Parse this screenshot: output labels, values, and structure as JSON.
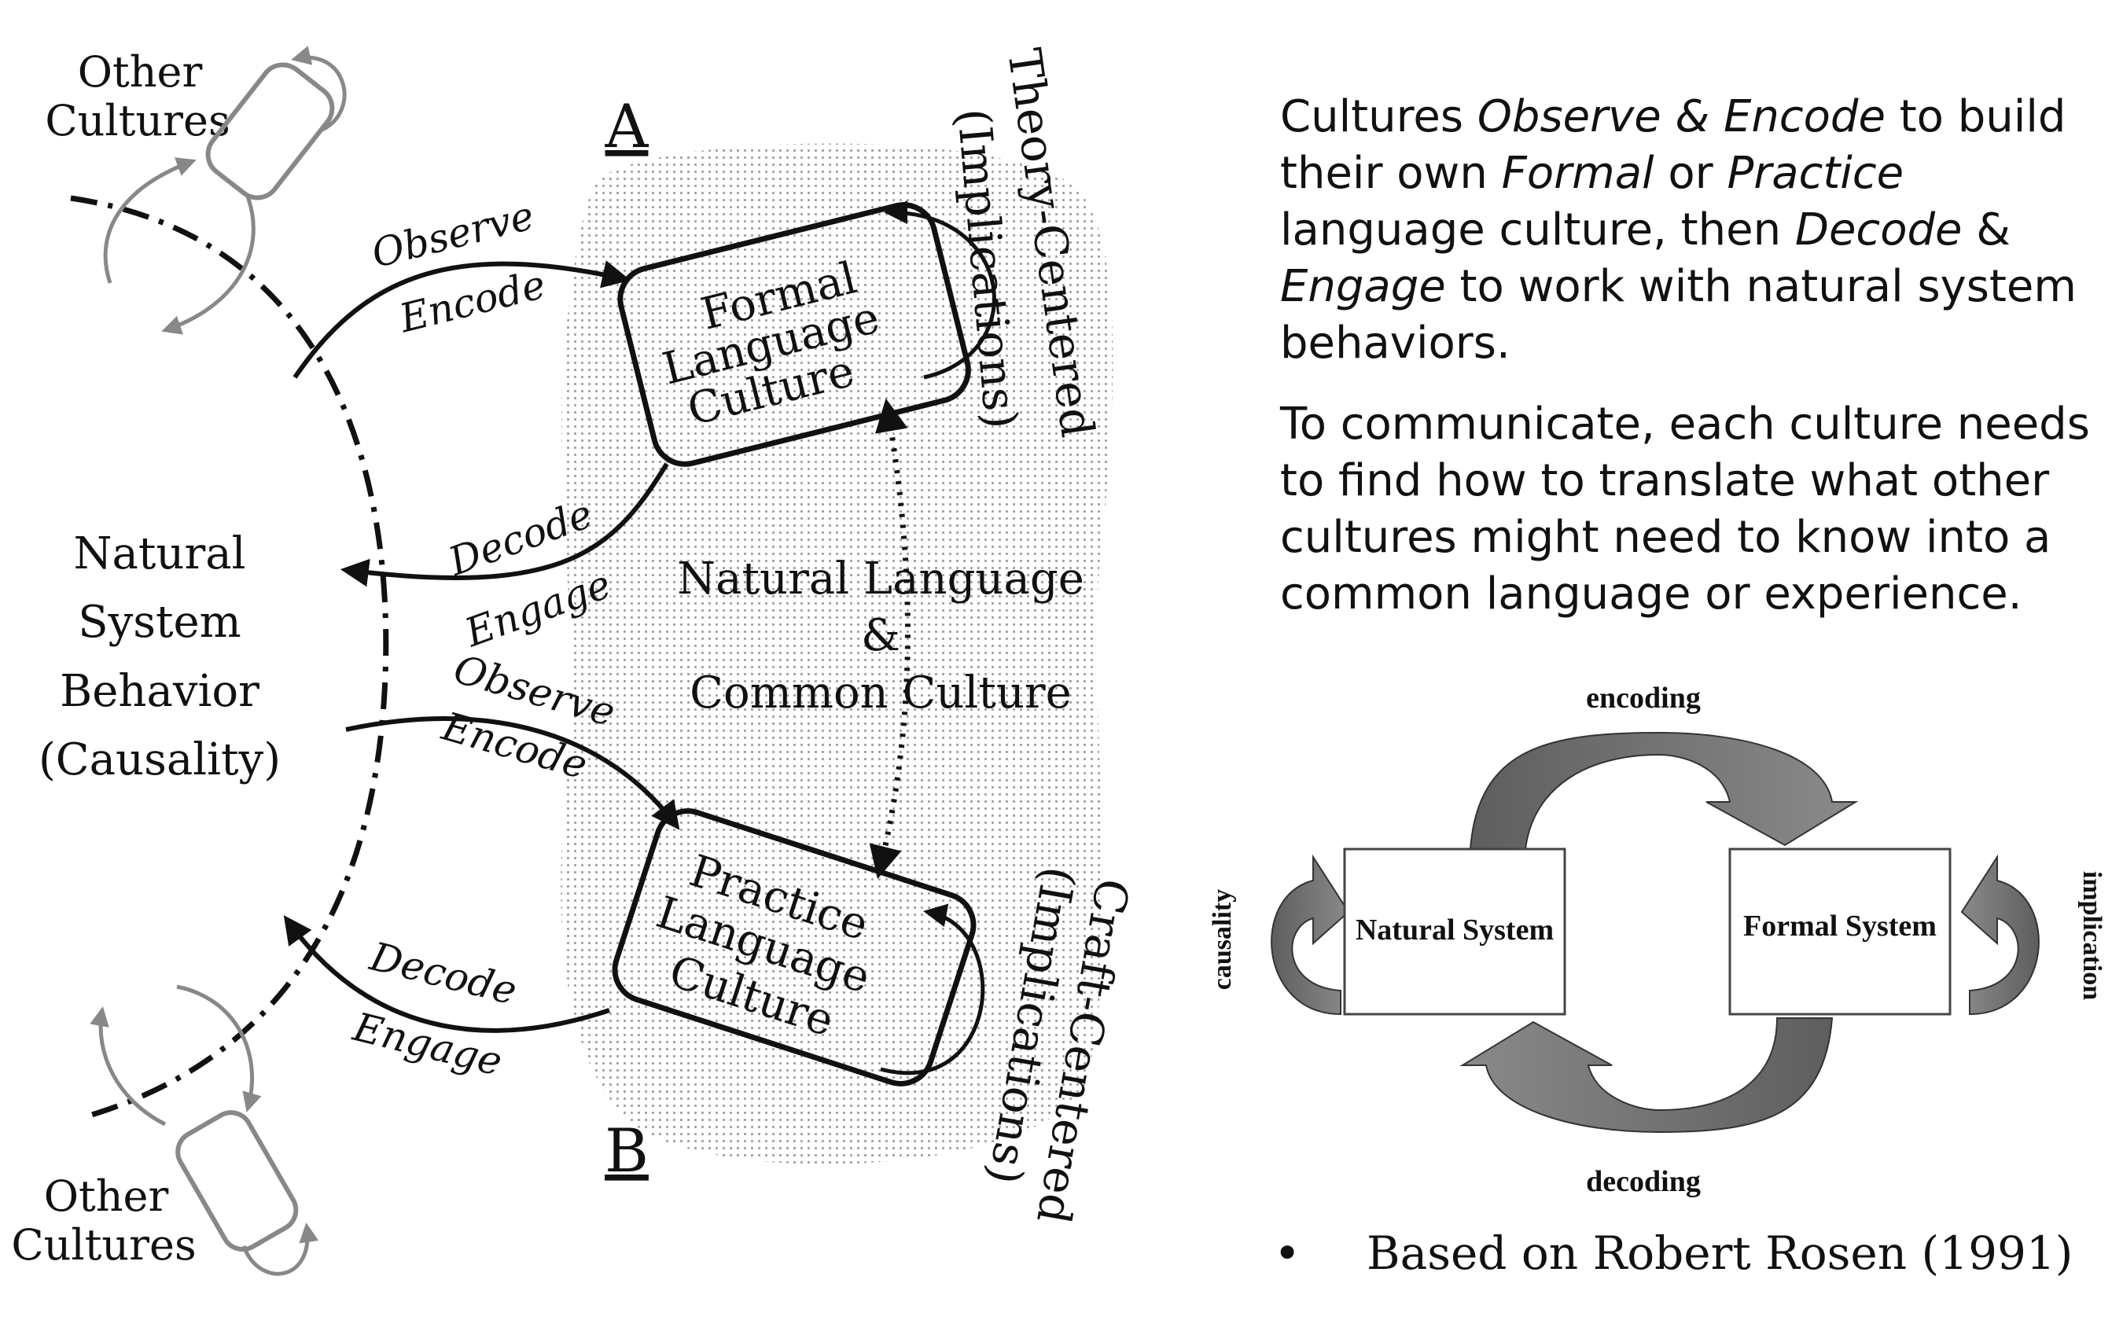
{
  "left": {
    "label_a": "A",
    "label_b": "B",
    "formal_box": [
      "Formal",
      "Language",
      "Culture"
    ],
    "practice_box": [
      "Practice",
      "Language",
      "Culture"
    ],
    "theory_centered": "Theory-Centered",
    "implications_top": "(Implications)",
    "craft_centered": "Craft-Centered",
    "implications_bottom": "(Implications)",
    "natural_language": [
      "Natural Language",
      "&",
      "Common Culture"
    ],
    "natural_system": [
      "Natural",
      "System",
      "Behavior",
      "(Causality)"
    ],
    "other_cultures_top": [
      "Other",
      "Cultures"
    ],
    "other_cultures_bottom": [
      "Other",
      "Cultures"
    ],
    "observe_top": "Observe",
    "encode_top": "Encode",
    "decode_top": "Decode",
    "engage_top": "Engage",
    "observe_bottom": "Observe",
    "encode_bottom": "Encode",
    "decode_bottom": "Decode",
    "engage_bottom": "Engage"
  },
  "right": {
    "para1": {
      "p1": "Cultures ",
      "e1": "Observe & Encode",
      "p2": " to build their own ",
      "e2": "Formal",
      "p3": " or ",
      "e3": "Practice",
      "p4": " language culture, then ",
      "e4": "Decode",
      "p5": " & ",
      "e5": "Engage",
      "p6": " to work with natural system behaviors."
    },
    "para2": "To communicate, each culture needs to find how to translate what other cultures might need to know into a common language or experience."
  },
  "rosen": {
    "encoding": "encoding",
    "decoding": "decoding",
    "causality": "causality",
    "implication": "implication",
    "natural_system": "Natural System",
    "formal_system": "Formal System"
  },
  "footnote": {
    "bullet": "•",
    "text": "Based on Robert Rosen (1991)"
  }
}
